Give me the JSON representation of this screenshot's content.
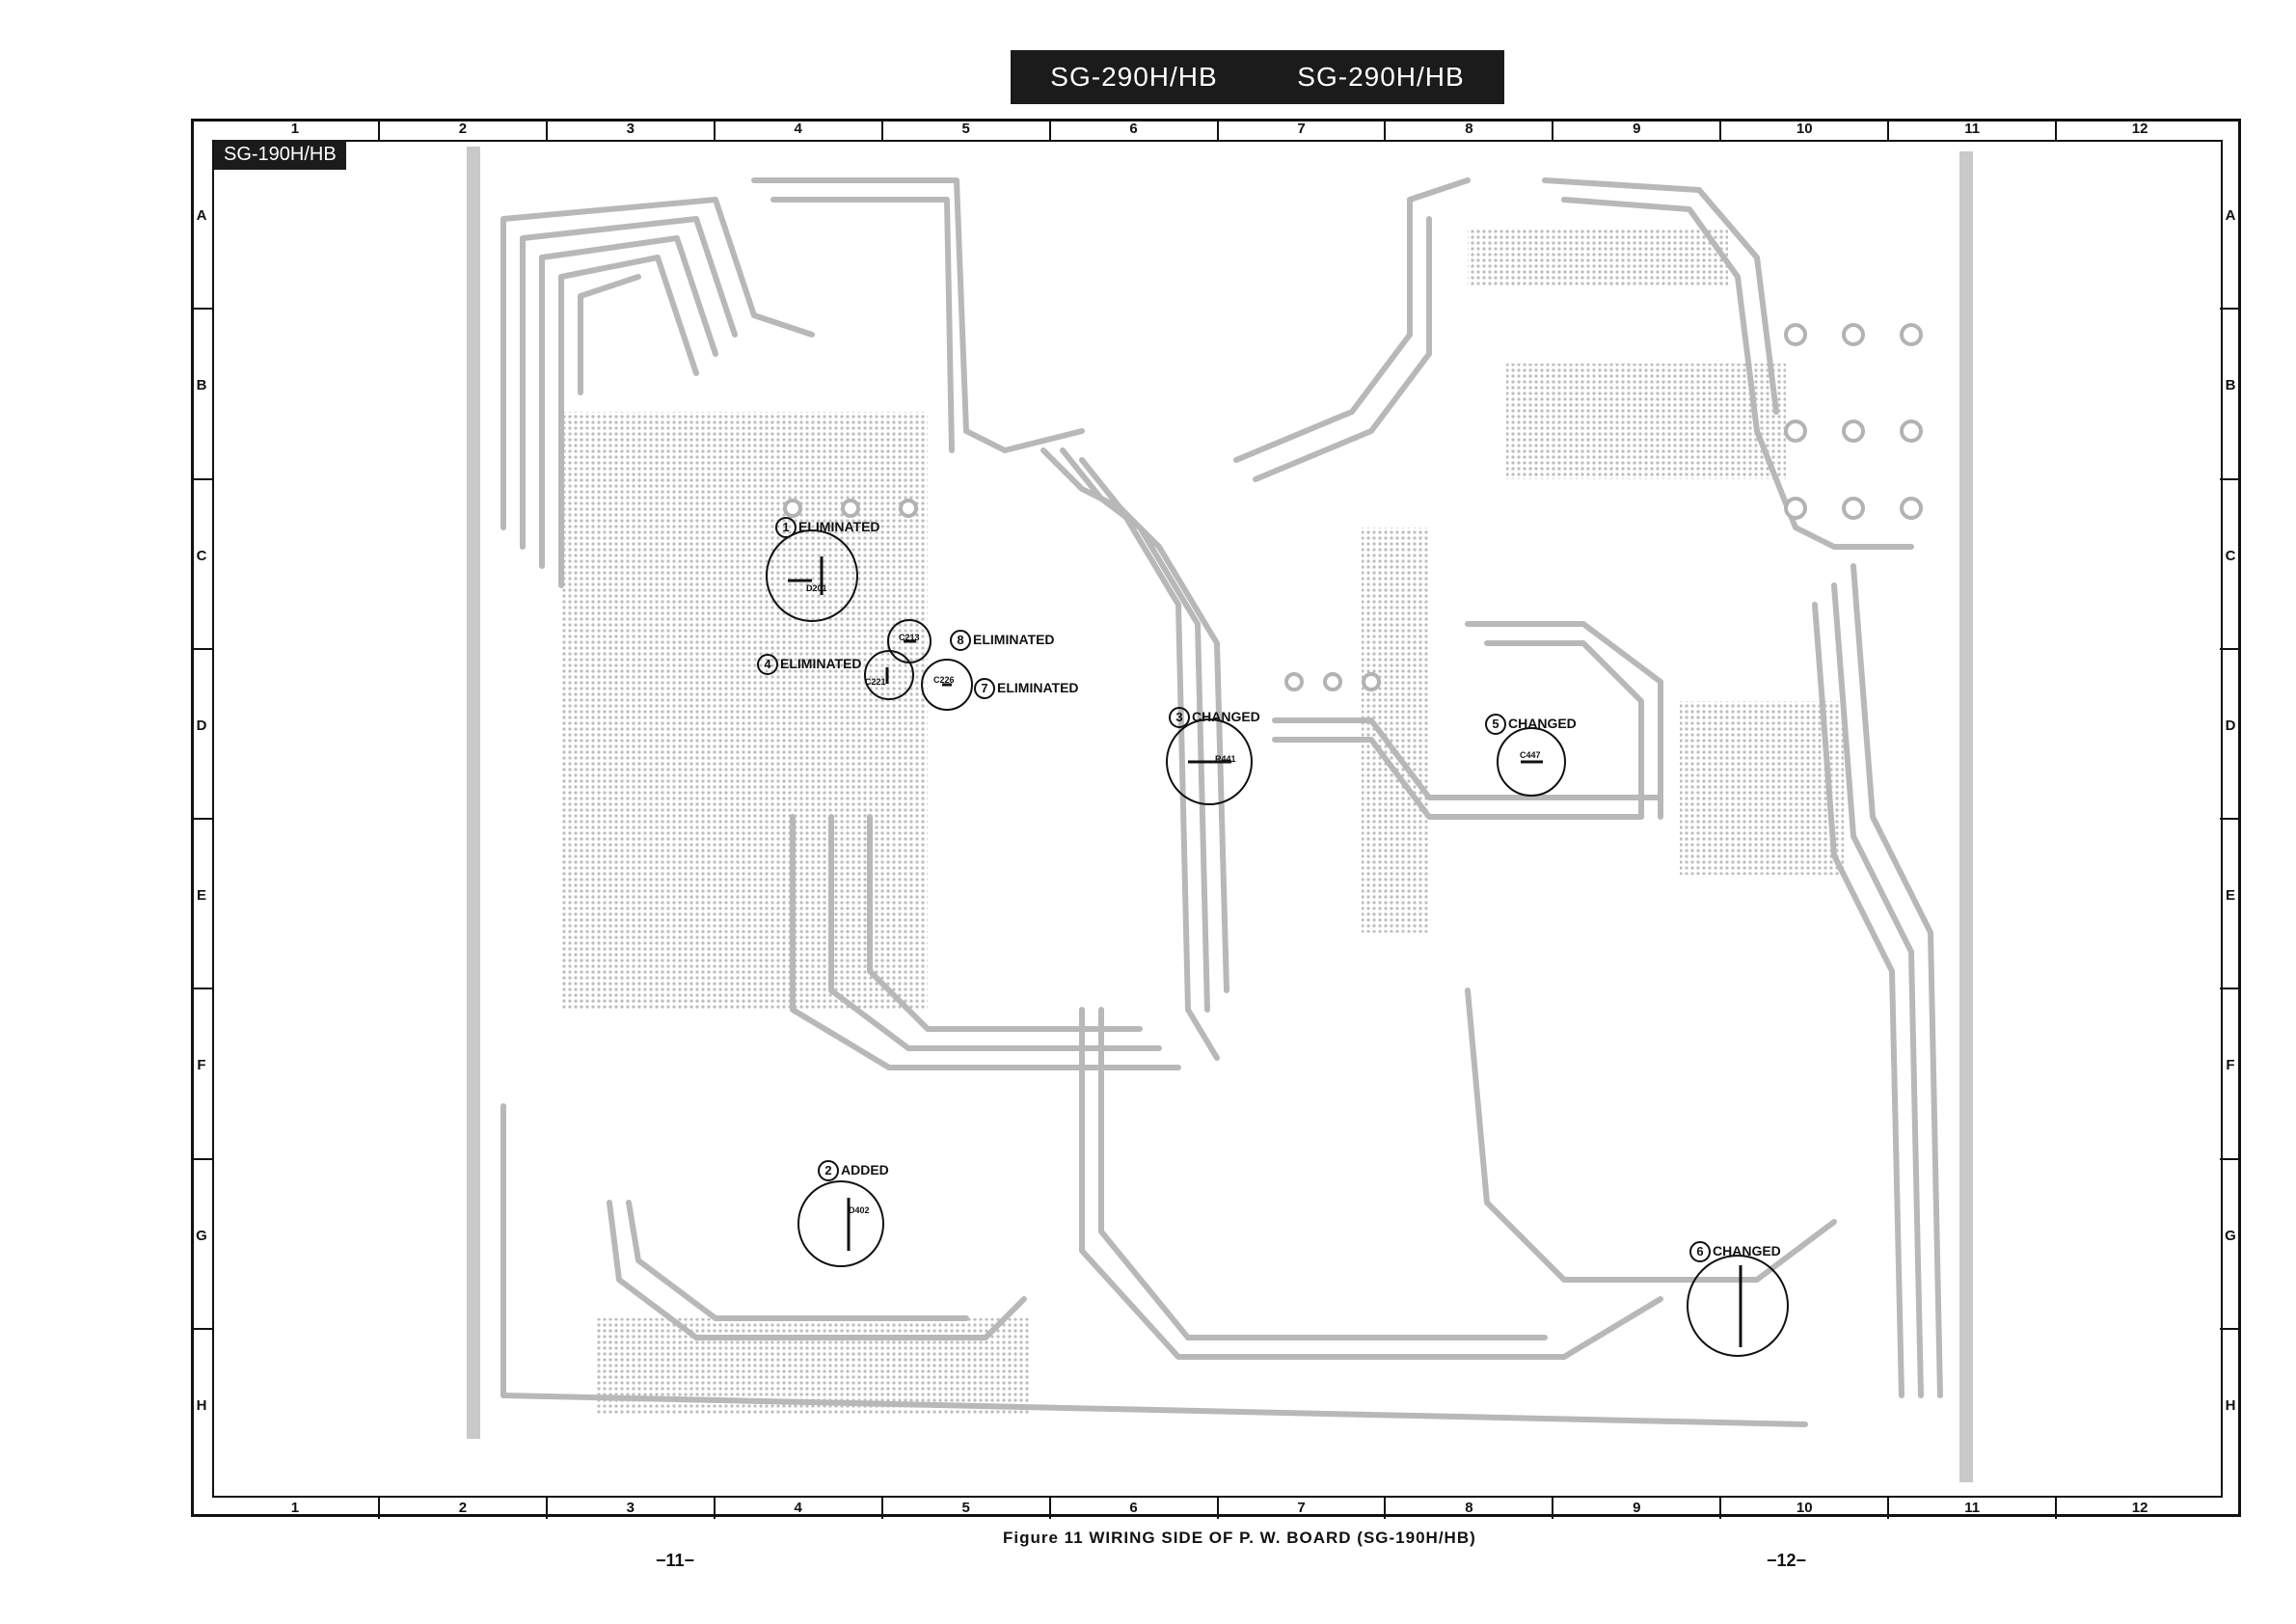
{
  "header": {
    "model_left": "SG-290H/HB",
    "model_right": "SG-290H/HB"
  },
  "board_model": "SG-190H/HB",
  "grid": {
    "columns": [
      "1",
      "2",
      "3",
      "4",
      "5",
      "6",
      "7",
      "8",
      "9",
      "10",
      "11",
      "12"
    ],
    "rows": [
      "A",
      "B",
      "C",
      "D",
      "E",
      "F",
      "G",
      "H"
    ]
  },
  "annotations": [
    {
      "num": "1",
      "text": "ELIMINATED",
      "part": "D201"
    },
    {
      "num": "2",
      "text": "ADDED",
      "part": "D402"
    },
    {
      "num": "3",
      "text": "CHANGED",
      "part": "R441"
    },
    {
      "num": "4",
      "text": "ELIMINATED",
      "part": "C221"
    },
    {
      "num": "5",
      "text": "CHANGED",
      "part": "C447"
    },
    {
      "num": "6",
      "text": "CHANGED",
      "part": ""
    },
    {
      "num": "7",
      "text": "ELIMINATED",
      "part": "C226"
    },
    {
      "num": "8",
      "text": "ELIMINATED",
      "part": "C213"
    }
  ],
  "caption": "Figure 11  WIRING  SIDE  OF  P. W.  BOARD  (SG-190H/HB)",
  "pages": {
    "left": "−11−",
    "right": "−12−"
  },
  "colors": {
    "banner": "#1b1b1b",
    "trace": "#b9b9b9",
    "copper": "#cfcfcf"
  }
}
